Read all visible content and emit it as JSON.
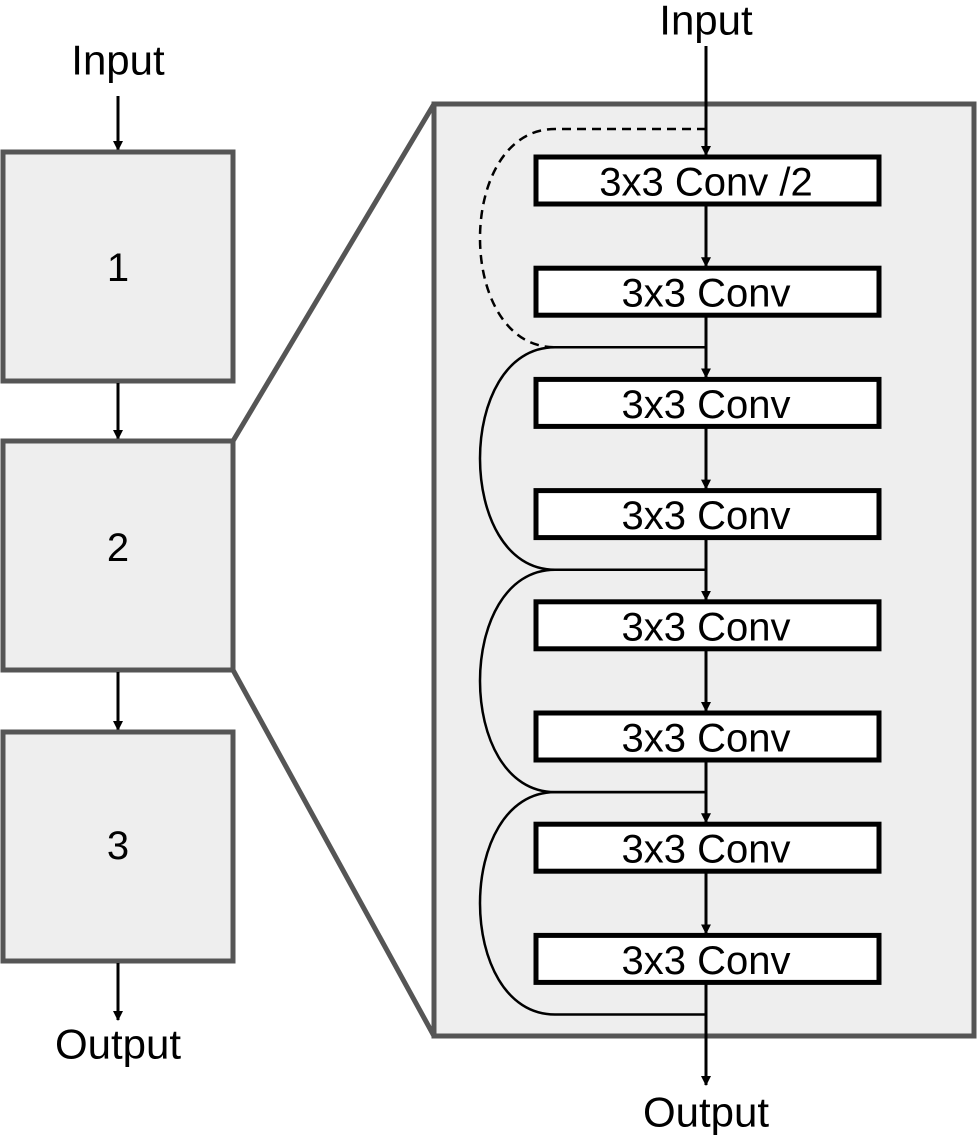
{
  "colors": {
    "box_fill": "#eeeeee",
    "border": "#555555",
    "line": "#000000",
    "background": "#ffffff"
  },
  "left_column": {
    "input_label": "Input",
    "output_label": "Output",
    "stages": [
      {
        "label": "1"
      },
      {
        "label": "2"
      },
      {
        "label": "3"
      }
    ]
  },
  "detail_panel": {
    "expands_stage": "2",
    "input_label": "Input",
    "output_label": "Output",
    "layers": [
      {
        "label": "3x3 Conv /2"
      },
      {
        "label": "3x3 Conv"
      },
      {
        "label": "3x3 Conv"
      },
      {
        "label": "3x3 Conv"
      },
      {
        "label": "3x3 Conv"
      },
      {
        "label": "3x3 Conv"
      },
      {
        "label": "3x3 Conv"
      },
      {
        "label": "3x3 Conv"
      }
    ],
    "skip_connections": [
      {
        "from_layer": 0,
        "to_layer": 1,
        "style": "dashed"
      },
      {
        "from_layer": 2,
        "to_layer": 3,
        "style": "solid"
      },
      {
        "from_layer": 4,
        "to_layer": 5,
        "style": "solid"
      },
      {
        "from_layer": 6,
        "to_layer": 7,
        "style": "solid"
      }
    ]
  }
}
